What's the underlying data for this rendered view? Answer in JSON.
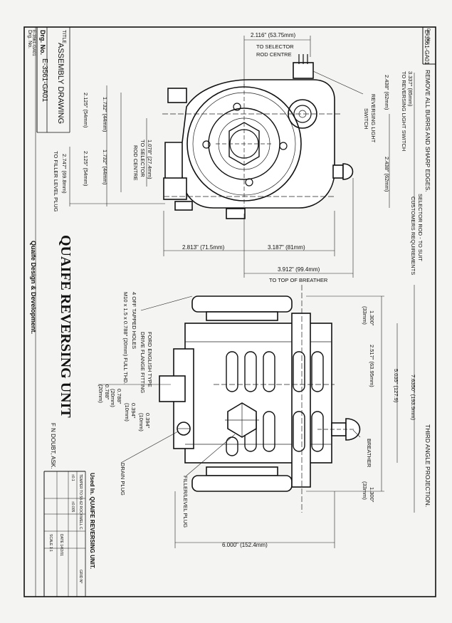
{
  "title_block": {
    "title_label": "TITLE",
    "title_value": "ASSEMBLY DRAWING",
    "drg_label": "Drg. No.",
    "drg_no": "E-3561-GA01",
    "corner_drg": "Drg. No.",
    "corner_no": "E-3561-GA01",
    "company": "Quaife Design & Development.",
    "product": "QUAIFE REVERSING UNIT",
    "drawn_by": "F N DOUBT, ASK.",
    "used_in": "Used In. QUAIFE REVERSING UNIT.",
    "notes": [
      "TEMPER TO 58-62 ROCKWELL C.",
      "±0.1",
      "±0.005",
      "DATE 14/2/01",
      "SCALE 1:1",
      "GRID N°"
    ]
  },
  "notes": {
    "burrs": "REMOVE ALL BURRS AND SHARP EDGES.",
    "projection": "THIRD ANGLE PROJECTION."
  },
  "top_view": {
    "dim_selector": "2.116\" (53.75mm)",
    "to_selector_rod": "TO SELECTOR",
    "rod_centre": "ROD CENTRE",
    "dim_rev_light": "3.337\" (85mm)",
    "to_rev_light": "TO REVERSING LIGHT SWITCH",
    "rev_light_1": "REVERSING LIGHT",
    "rev_light_2": "SWITCH",
    "dim_2438_a": "2.438\" (62mm)",
    "dim_2438_b": "2.438\" (62mm)",
    "dim_2125_a": "2.125\" (54mm)",
    "dim_2125_b": "2.125\" (54mm)",
    "dim_1732_a": "1.732\" (44mm)",
    "dim_1732_b": "1.732\" (44mm)",
    "dim_1078": "1.078\" (27.4mm)",
    "to_selector_rod2": "TO SELECTOR",
    "rod_centre2": "ROD CENTRE",
    "dim_2747": "2.747\" (69.8mm)",
    "to_filler": "TO FILLER LEVEL PLUG",
    "selector_rod_1": "SELECTOR ROD - TO SUIT",
    "selector_rod_2": "CUSTOMERS REQUIREMENTS",
    "dim_2813": "2.813\" (71.5mm)",
    "dim_3187": "3.187\" (81mm)",
    "dim_3912": "3.912\" (99.4mm)",
    "to_top_breather": "TO TOP OF BREATHER"
  },
  "side_view": {
    "ford_1": "FORD ENGLISH TYPE",
    "ford_2": "DRIVE FLANGE FITTING",
    "tapped_1": "4 OFF TAPPED HOLES",
    "tapped_2": "M10 x 1.5 x 0.788\" (20mm) FULL THD.",
    "dim_0788_a": "0.788\"",
    "dim_0788_a_mm": "(20mm)",
    "dim_0788_b": "0.788\"",
    "dim_0788_b_mm": "(20mm)",
    "dim_0394_a": "0.394\"",
    "dim_0394_a_mm": "(10mm)",
    "dim_0394_b": "0.394\"",
    "dim_0394_b_mm": "(10mm)",
    "drain_plug": "DRAIN PLUG",
    "filler_plug": "FILLER/LEVEL PLUG",
    "breather": "BREATHER",
    "dim_1300_a": "1.300\"",
    "dim_1300_a_mm": "(33mm)",
    "dim_1300_b": "1.300\"",
    "dim_1300_b_mm": "(33mm)",
    "dim_2517": "2.517\" (63.95mm)",
    "dim_5035": "5.035\" (127.9)",
    "dim_7635": "7.6350\" (193.9mm)",
    "dim_6000": "6.000\" (152.4mm)"
  }
}
